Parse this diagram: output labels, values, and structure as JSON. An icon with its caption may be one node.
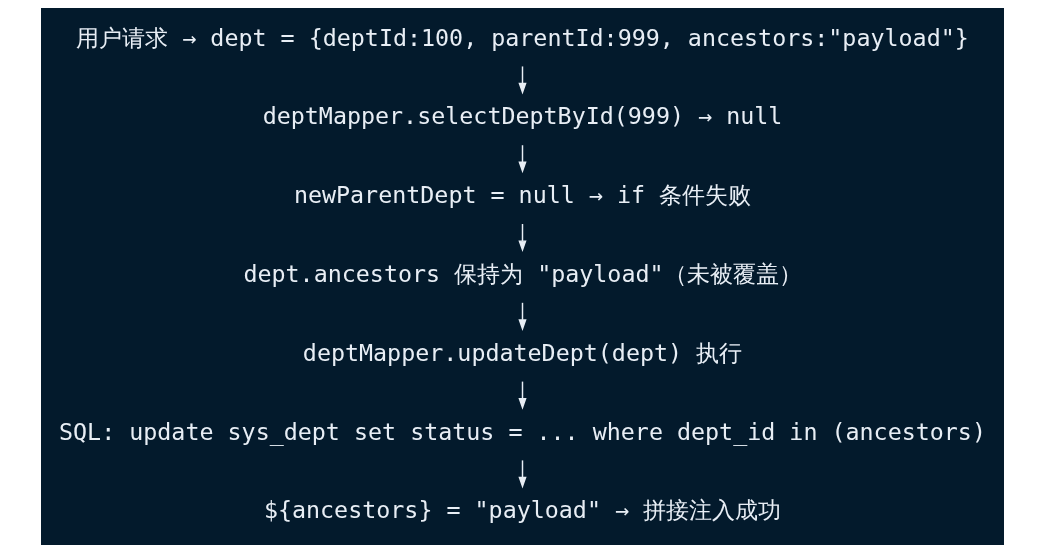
{
  "diagram": {
    "nodes": [
      {
        "text": [
          "用户请求 → dept = {deptId:100, parentId:999, ancestors:\"payload\"}"
        ]
      },
      {
        "text": [
          "deptMapper.selectDeptById(999) → null"
        ]
      },
      {
        "text": [
          "newParentDept = null → if 条件失败"
        ]
      },
      {
        "text": [
          "dept.ancestors 保持为 \"payload\"（未被覆盖）"
        ]
      },
      {
        "text": [
          "deptMapper.updateDept(dept) 执行"
        ]
      },
      {
        "text": [
          "SQL: update sys_dept set status = ... where dept_id in (ancestors)"
        ]
      },
      {
        "text": [
          "${ancestors} = \"payload\" → 拼接注入成功"
        ]
      }
    ],
    "edges": [
      {
        "from": 0,
        "to": 1,
        "arrow": "to"
      },
      {
        "from": 1,
        "to": 2,
        "arrow": "to"
      },
      {
        "from": 2,
        "to": 3,
        "arrow": "to"
      },
      {
        "from": 3,
        "to": 4,
        "arrow": "to"
      },
      {
        "from": 4,
        "to": 5,
        "arrow": "to"
      },
      {
        "from": 5,
        "to": 6,
        "arrow": "to"
      }
    ]
  }
}
